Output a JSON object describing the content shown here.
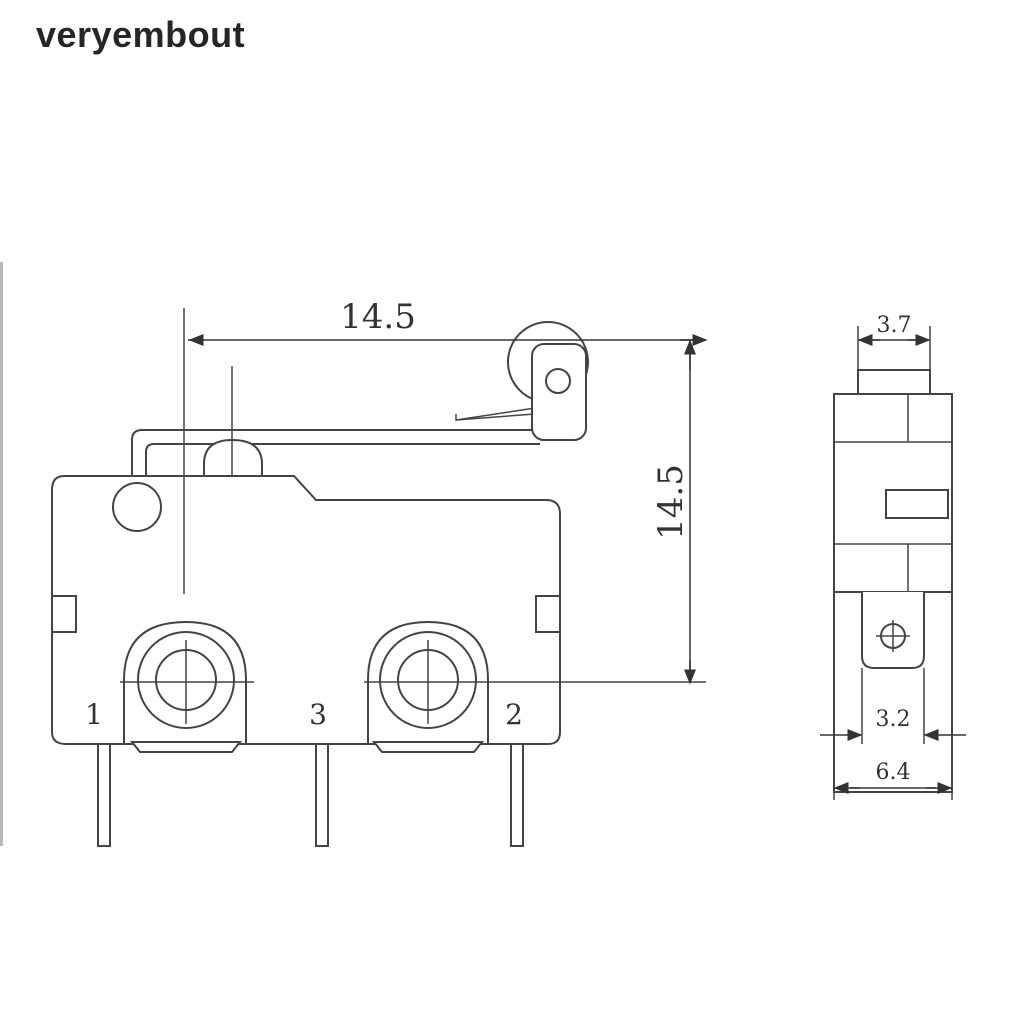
{
  "brand": {
    "name": "veryembout"
  },
  "diagram": {
    "front_view": {
      "width_dim": "14.5",
      "height_dim": "14.5",
      "pins": {
        "pin1": "1",
        "pin3": "3",
        "pin2": "2"
      }
    },
    "side_view": {
      "top_dim": "3.7",
      "hole_dim": "3.2",
      "bottom_dim": "6.4"
    }
  }
}
